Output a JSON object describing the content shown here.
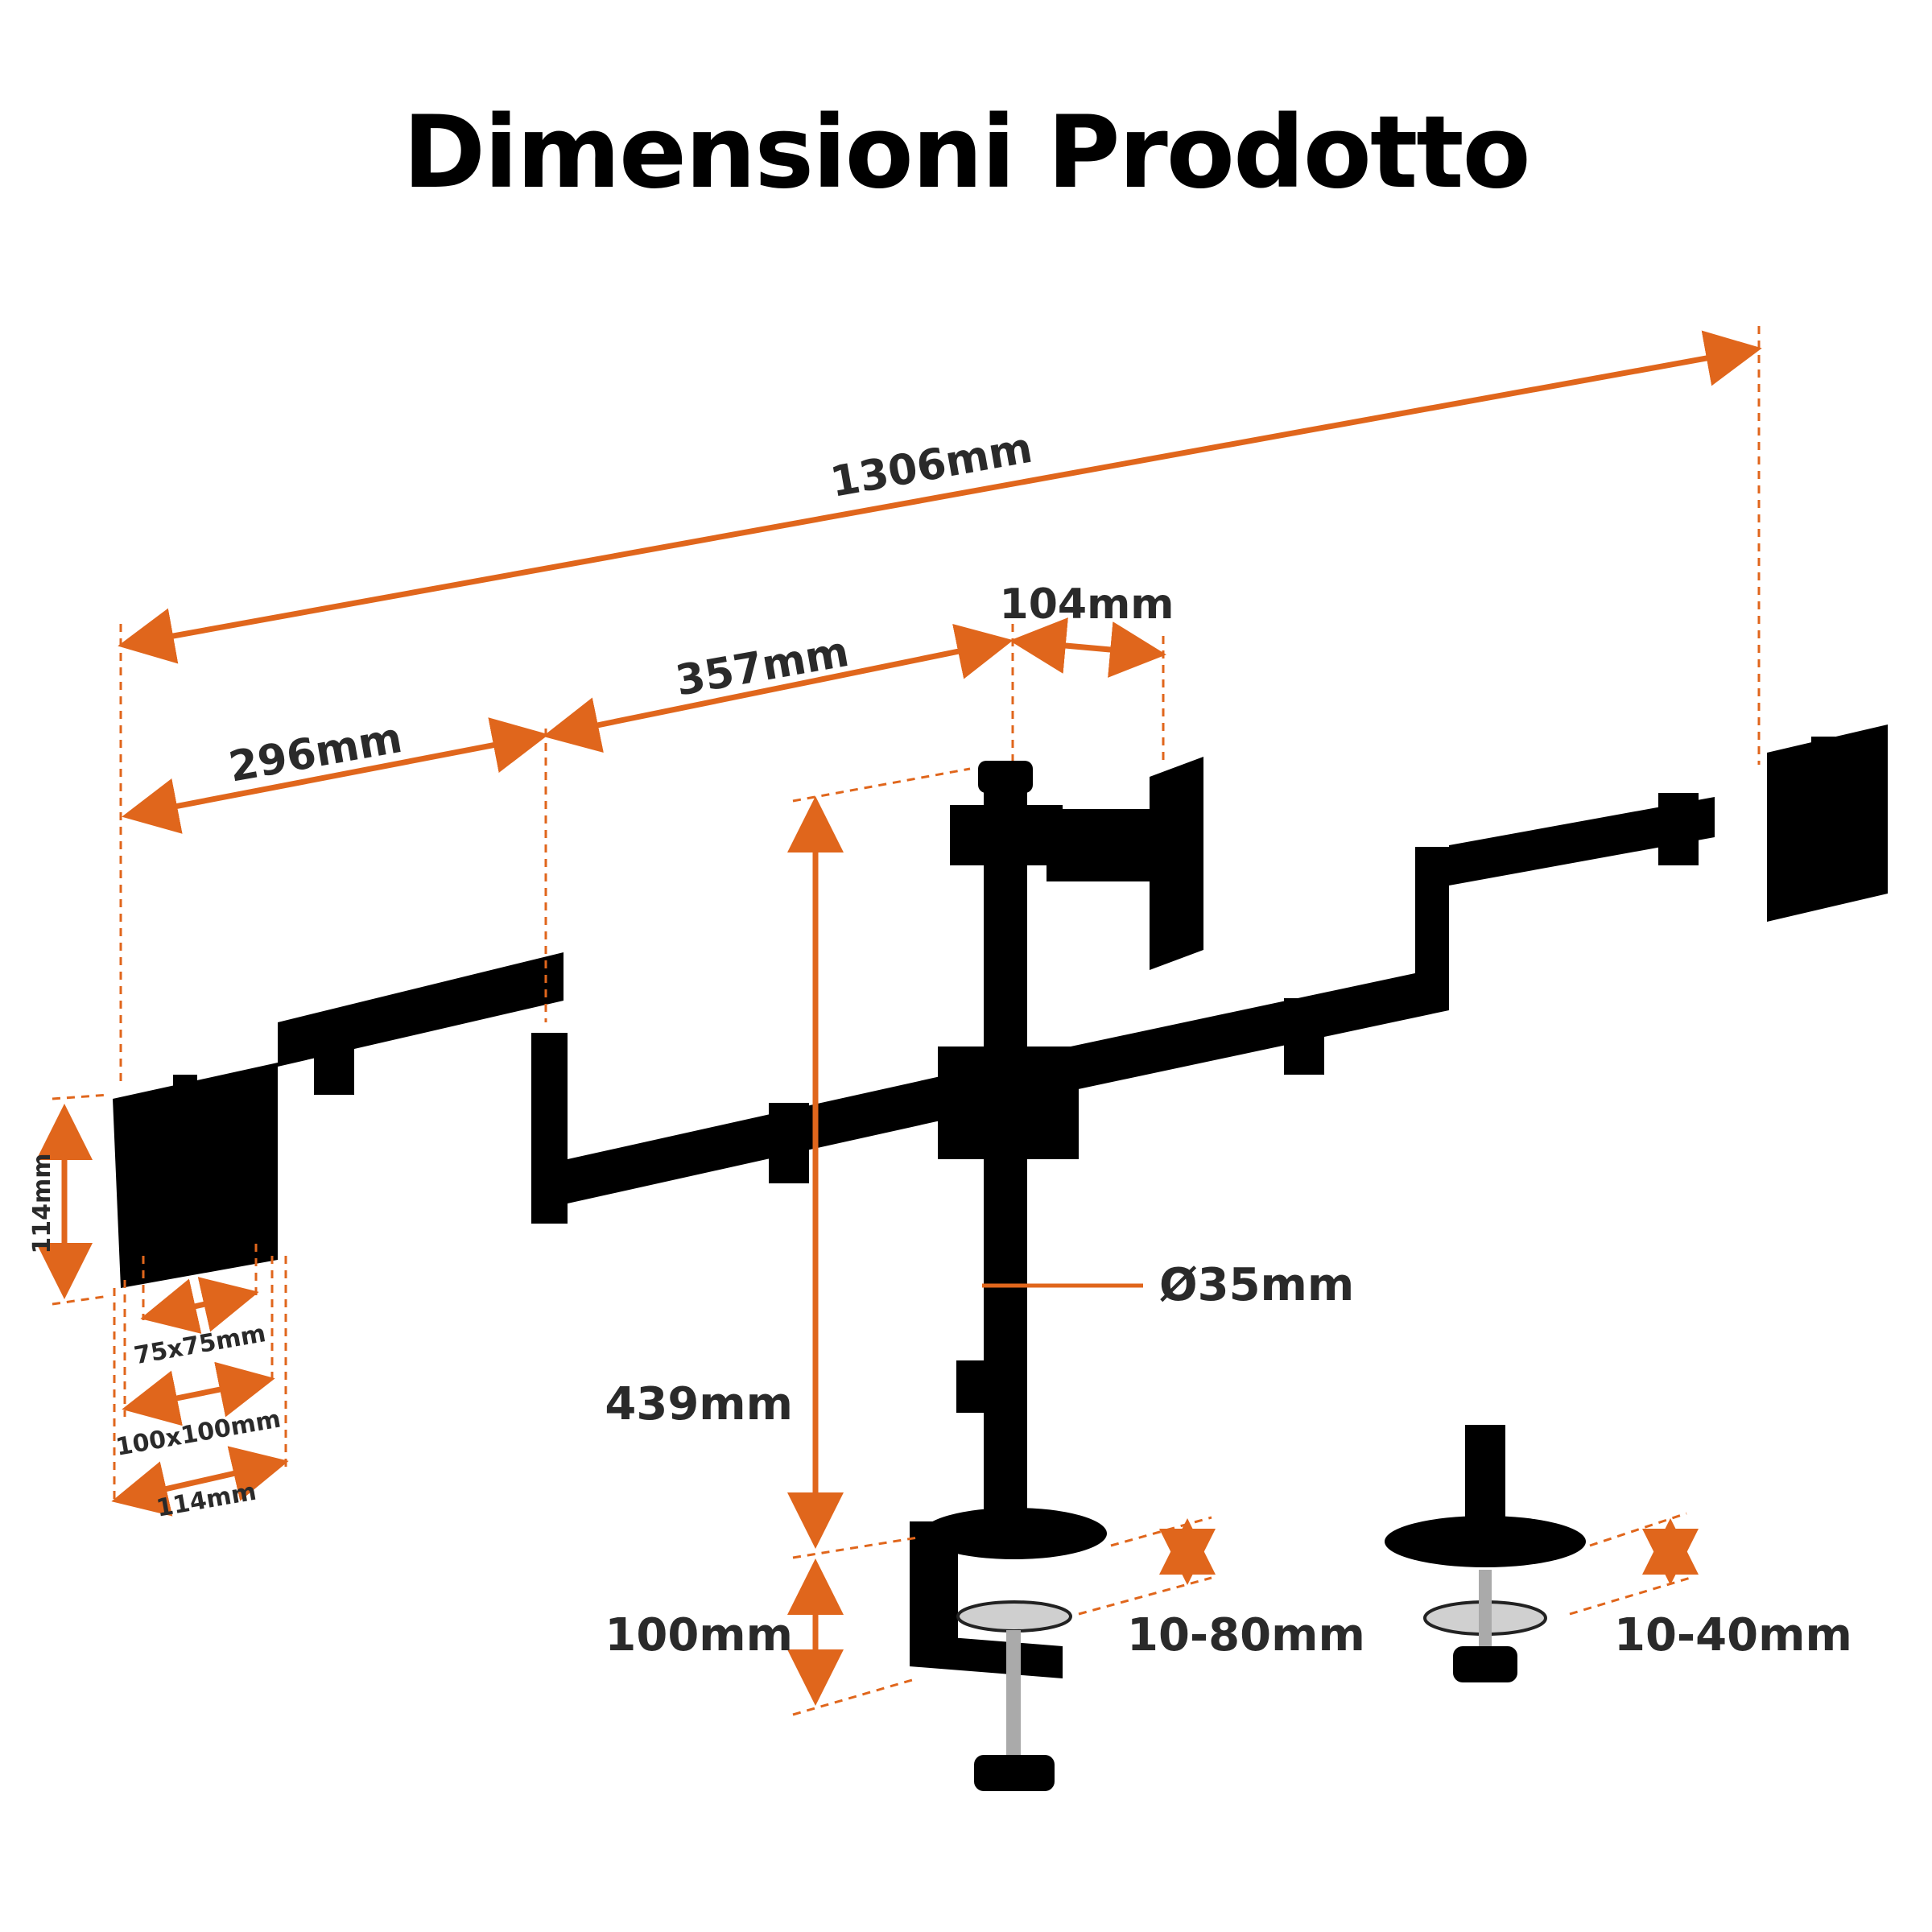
{
  "title": "Dimensioni Prodotto",
  "colors": {
    "accent": "#e0661c",
    "metal": "#111111",
    "label": "#2a2a2a"
  },
  "dimensions": {
    "total_width": "1306mm",
    "left_arm": "296mm",
    "middle_arm": "357mm",
    "center_mount": "104mm",
    "plate_height": "114mm",
    "vesa_small": "75x75mm",
    "vesa_large": "100x100mm",
    "plate_width": "114mm",
    "pole_diameter": "Ø35mm",
    "pole_height": "439mm",
    "clamp_height": "100mm",
    "clamp_range": "10-80mm",
    "grommet_range": "10-40mm"
  }
}
